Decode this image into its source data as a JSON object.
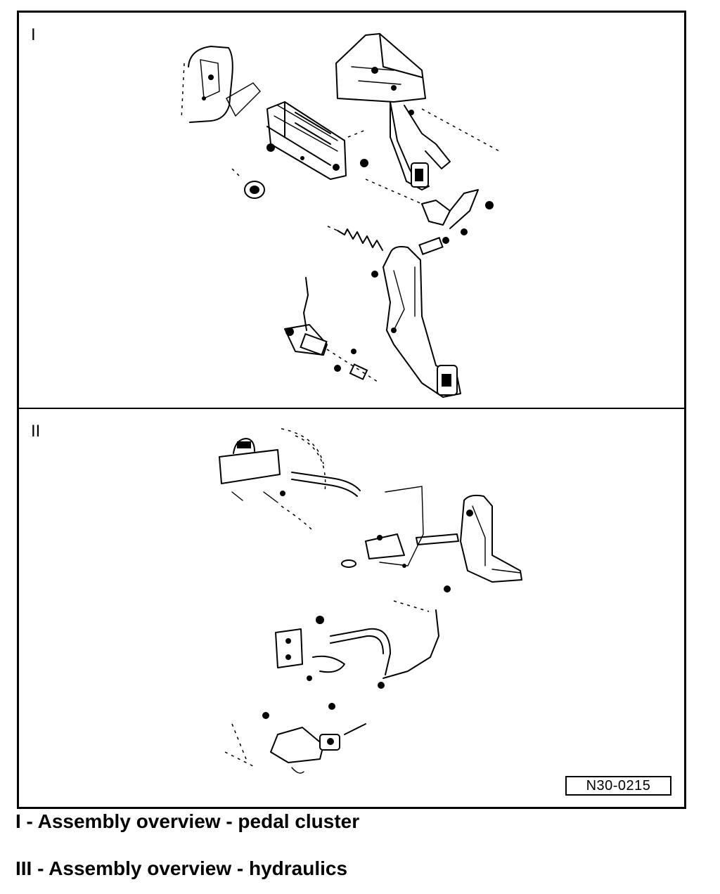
{
  "figure": {
    "panel_labels": [
      "I",
      "II"
    ],
    "reference_code": "N30-0215"
  },
  "captions": [
    "I - Assembly overview - pedal cluster",
    "III - Assembly overview - hydraulics"
  ]
}
